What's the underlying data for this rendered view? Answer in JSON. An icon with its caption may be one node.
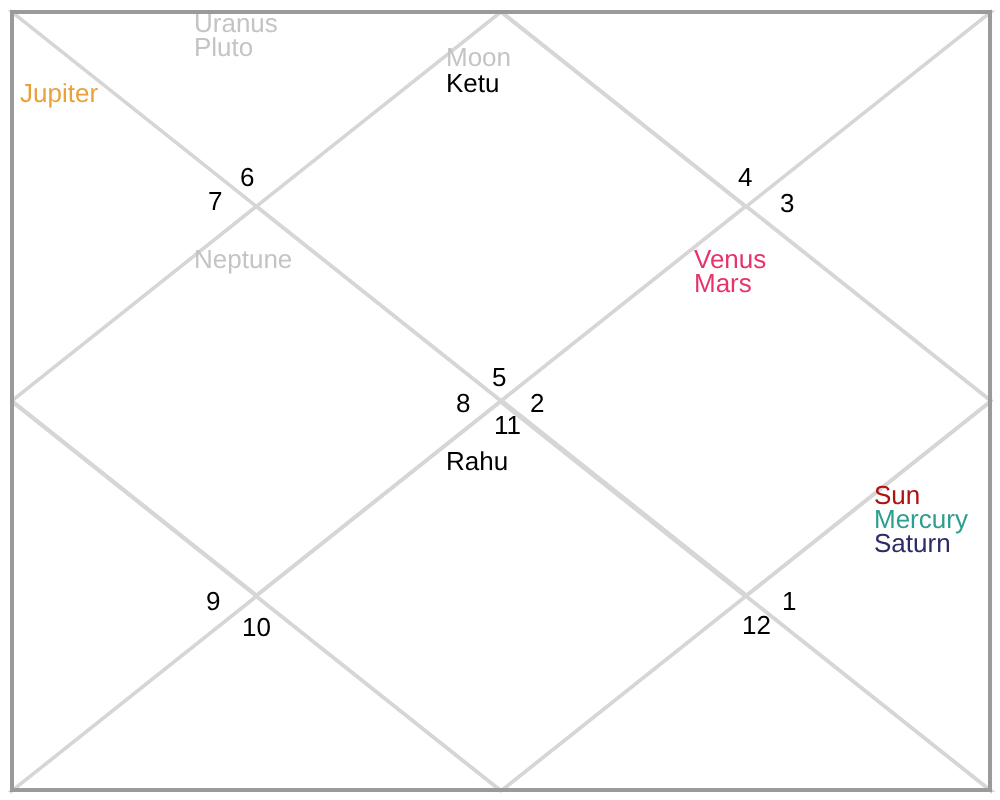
{
  "diagram": {
    "nodes": [
      {
        "text": [
          "Uranus",
          "Pluto",
          "6"
        ]
      },
      {
        "text": [
          "4"
        ]
      },
      {
        "text": [
          "Jupiter",
          "7"
        ]
      },
      {
        "text": [
          "Moon",
          "Ketu",
          "5"
        ]
      },
      {
        "text": [
          "3"
        ]
      },
      {
        "text": [
          "Neptune",
          "8"
        ]
      },
      {
        "text": [
          "Venus",
          "Mars",
          "2"
        ]
      },
      {
        "text": [
          "9"
        ]
      },
      {
        "text": [
          "11",
          "Rahu"
        ]
      },
      {
        "text": [
          "Sun",
          "Mercury",
          "Saturn",
          "1"
        ]
      },
      {
        "text": [
          "10"
        ]
      },
      {
        "text": [
          "12"
        ]
      }
    ]
  }
}
